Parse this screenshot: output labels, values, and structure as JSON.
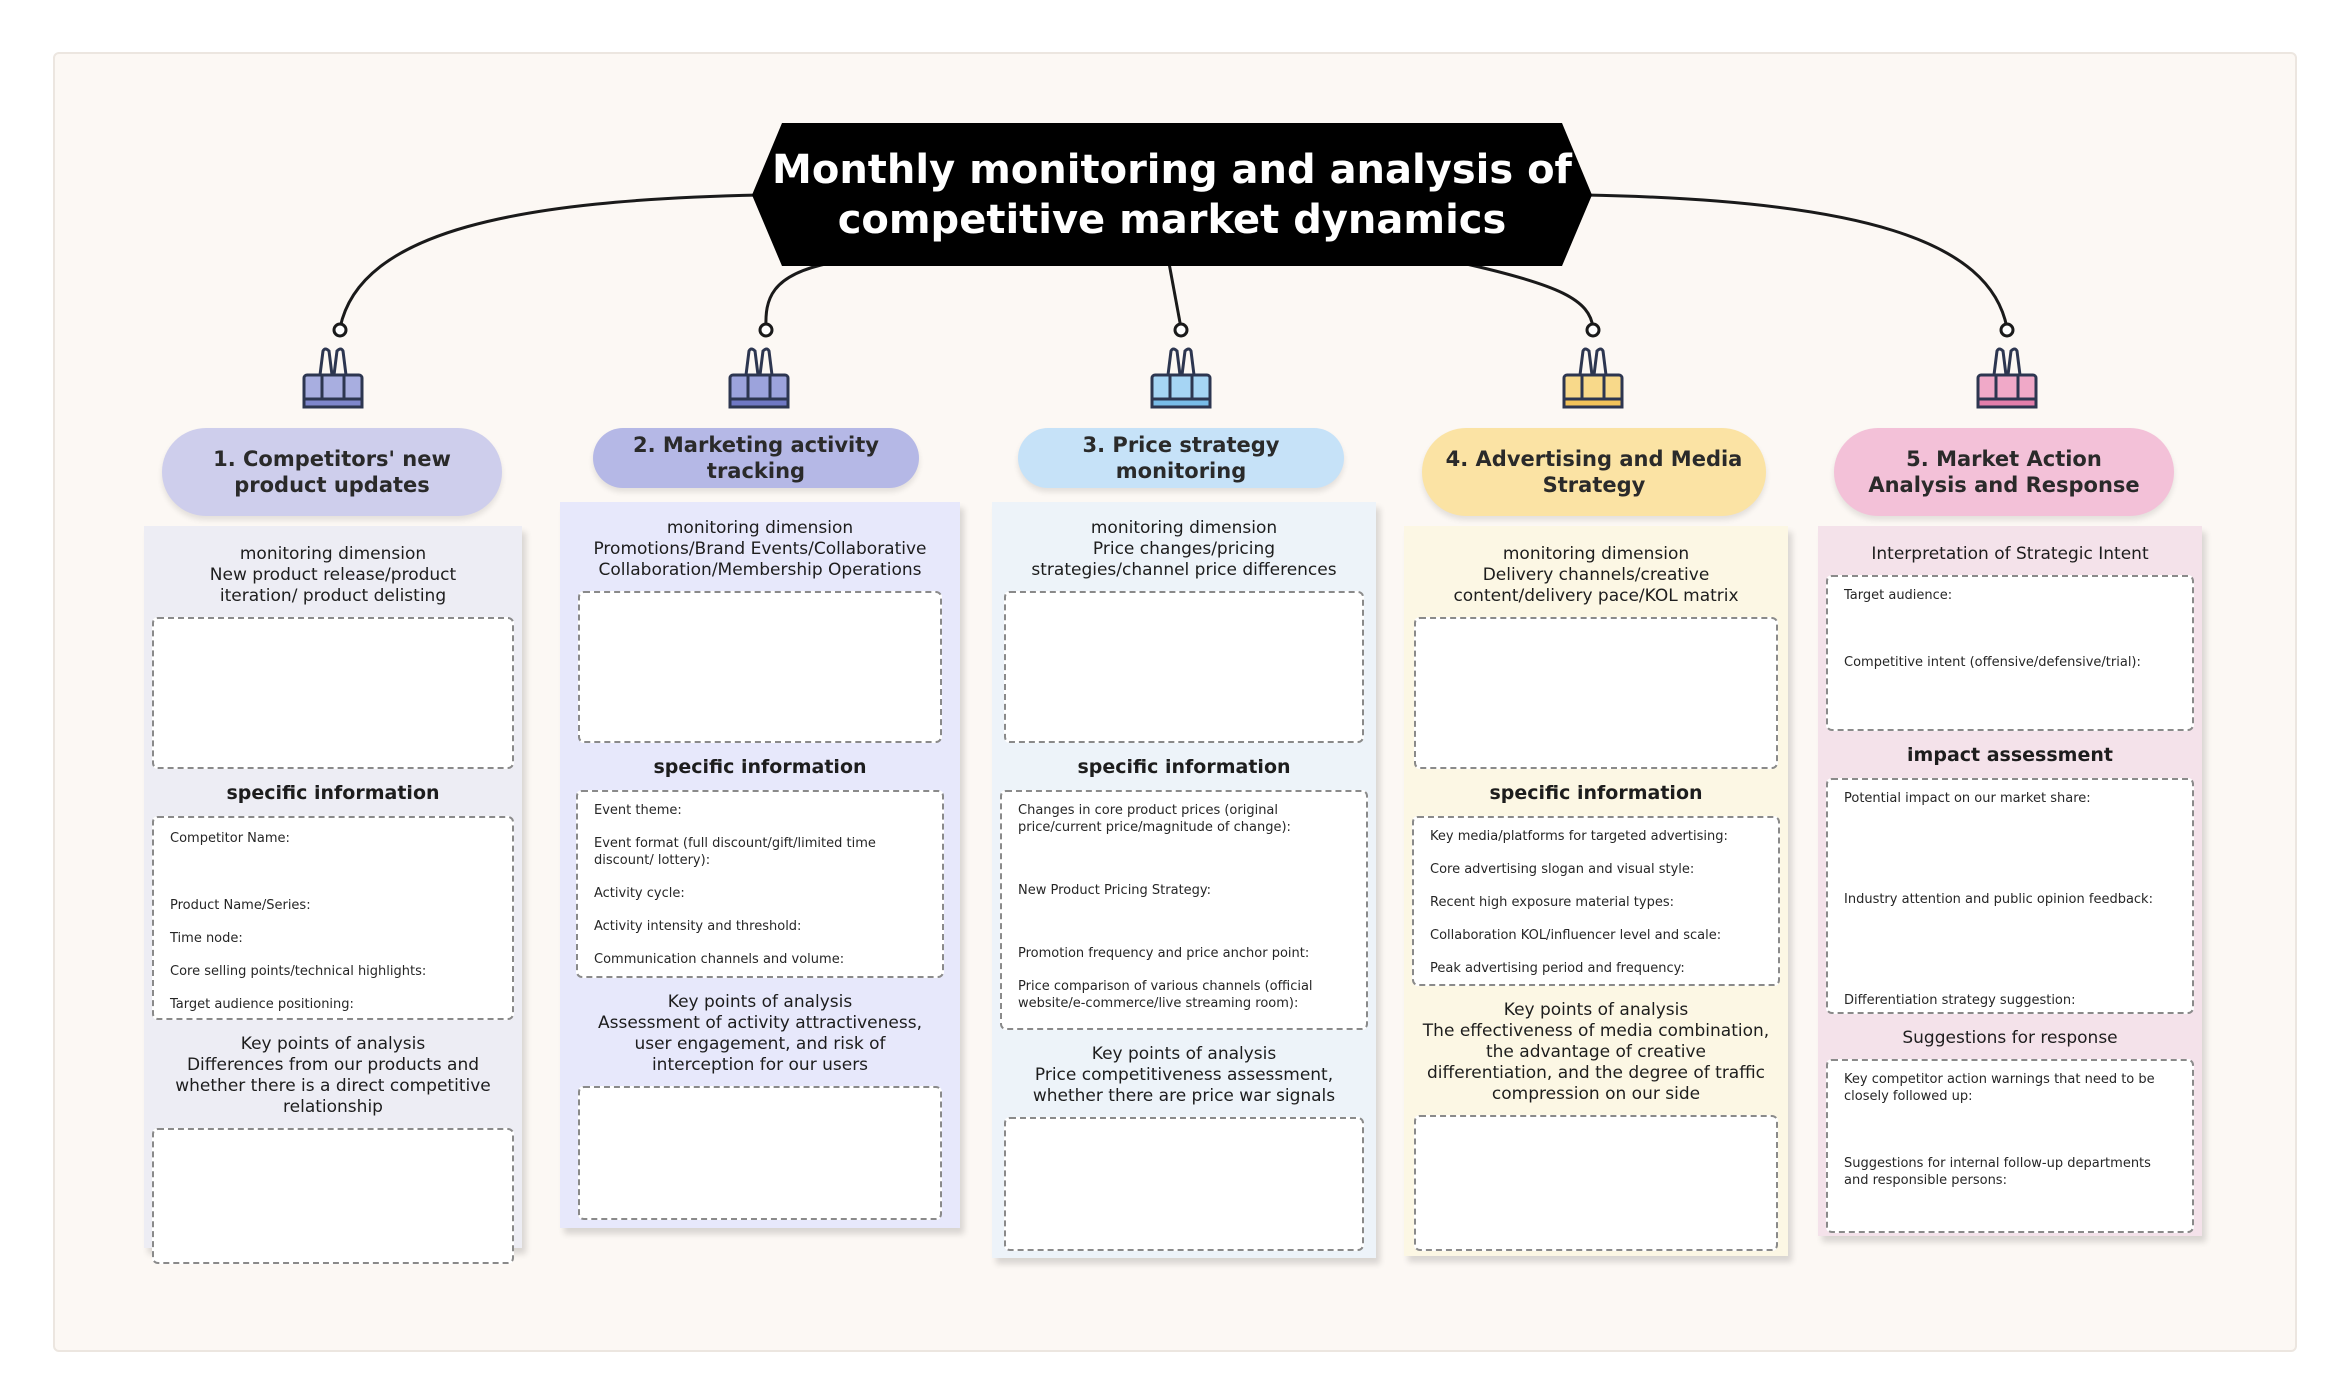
{
  "title": "Monthly monitoring and analysis of competitive market dynamics",
  "colors": {
    "title_bg": "#000000",
    "canvas_bg": "#fcf8f4",
    "col1": "#ceceec",
    "col2": "#b5b8e6",
    "col3": "#c6e2f8",
    "col4": "#fbe3a4",
    "col5": "#f3c1d8"
  },
  "columns": [
    {
      "heading": "1. Competitors' new product updates",
      "sections": [
        {
          "title": "monitoring dimension",
          "text": "New product release/product iteration/ product delisting"
        },
        {
          "title": "specific information",
          "items": [
            "Competitor Name:",
            "Product Name/Series:",
            "Time node:",
            "Core selling points/technical highlights:",
            "Target audience positioning:"
          ]
        },
        {
          "title": "Key points of analysis",
          "text": "Differences from our products and whether there is a direct competitive relationship"
        }
      ]
    },
    {
      "heading": "2. Marketing activity tracking",
      "sections": [
        {
          "title": "monitoring dimension",
          "text": "Promotions/Brand Events/Collaborative Collaboration/Membership Operations"
        },
        {
          "title": "specific information",
          "items": [
            "Event theme:",
            "Event format (full discount/gift/limited time discount/ lottery):",
            "Activity cycle:",
            "Activity intensity and threshold:",
            "Communication channels and volume:"
          ]
        },
        {
          "title": "Key points of analysis",
          "text": "Assessment of activity attractiveness, user engagement, and risk of interception for our users"
        }
      ]
    },
    {
      "heading": "3. Price strategy monitoring",
      "sections": [
        {
          "title": "monitoring dimension",
          "text": "Price changes/pricing strategies/channel price differences"
        },
        {
          "title": "specific information",
          "items": [
            "Changes in core product prices (original price/current price/magnitude of change):",
            "New Product Pricing Strategy:",
            "Promotion frequency and price anchor point:",
            "Price comparison of various channels (official website/e-commerce/live streaming room):"
          ]
        },
        {
          "title": "Key points of analysis",
          "text": "Price competitiveness assessment, whether there are price war signals"
        }
      ]
    },
    {
      "heading": "4. Advertising and Media Strategy",
      "sections": [
        {
          "title": "monitoring dimension",
          "text": "Delivery channels/creative content/delivery pace/KOL matrix"
        },
        {
          "title": "specific information",
          "items": [
            "Key media/platforms for targeted advertising:",
            "Core advertising slogan and visual style:",
            "Recent high exposure material types:",
            "Collaboration KOL/influencer level and scale:",
            "Peak advertising period and frequency:"
          ]
        },
        {
          "title": "Key points of analysis",
          "text": "The effectiveness of media combination, the advantage of creative differentiation, and the degree of traffic compression on our side"
        }
      ]
    },
    {
      "heading": "5. Market Action Analysis and Response",
      "sections": [
        {
          "title": "Interpretation of Strategic Intent",
          "items": [
            "Target audience:",
            "Competitive intent (offensive/defensive/trial):"
          ]
        },
        {
          "title": "impact assessment",
          "items": [
            "Potential impact on our market share:",
            "Industry attention and public opinion feedback:",
            "Differentiation strategy suggestion:"
          ]
        },
        {
          "title": "Suggestions for response",
          "items": [
            "Key competitor action warnings that need to be closely followed up:",
            "Suggestions for internal follow-up departments and responsible persons:"
          ]
        }
      ]
    }
  ]
}
